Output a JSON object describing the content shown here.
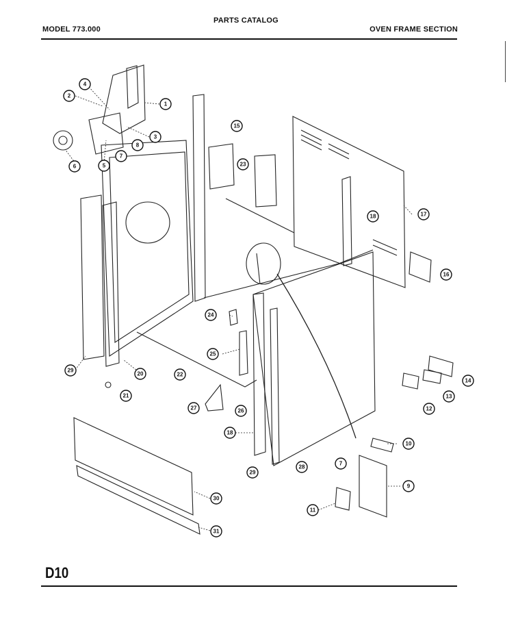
{
  "header": {
    "model": "MODEL 773.000",
    "catalog": "PARTS CATALOG",
    "section": "OVEN FRAME SECTION"
  },
  "page_code": "D10",
  "callouts": [
    {
      "id": "c1",
      "label": "1"
    },
    {
      "id": "c2",
      "label": "2"
    },
    {
      "id": "c3",
      "label": "3"
    },
    {
      "id": "c4",
      "label": "4"
    },
    {
      "id": "c5",
      "label": "5"
    },
    {
      "id": "c6",
      "label": "6"
    },
    {
      "id": "c7a",
      "label": "7"
    },
    {
      "id": "c8",
      "label": "8"
    },
    {
      "id": "c15",
      "label": "15"
    },
    {
      "id": "c23",
      "label": "23"
    },
    {
      "id": "c18a",
      "label": "18"
    },
    {
      "id": "c17",
      "label": "17"
    },
    {
      "id": "c16",
      "label": "16"
    },
    {
      "id": "c24",
      "label": "24"
    },
    {
      "id": "c25",
      "label": "25"
    },
    {
      "id": "c29a",
      "label": "29"
    },
    {
      "id": "c20",
      "label": "20"
    },
    {
      "id": "c22",
      "label": "22"
    },
    {
      "id": "c21",
      "label": "21"
    },
    {
      "id": "c27",
      "label": "27"
    },
    {
      "id": "c26",
      "label": "26"
    },
    {
      "id": "c18b",
      "label": "18"
    },
    {
      "id": "c29b",
      "label": "29"
    },
    {
      "id": "c28",
      "label": "28"
    },
    {
      "id": "c14",
      "label": "14"
    },
    {
      "id": "c13",
      "label": "13"
    },
    {
      "id": "c12",
      "label": "12"
    },
    {
      "id": "c10",
      "label": "10"
    },
    {
      "id": "c7b",
      "label": "7"
    },
    {
      "id": "c9",
      "label": "9"
    },
    {
      "id": "c11",
      "label": "11"
    },
    {
      "id": "c30",
      "label": "30"
    },
    {
      "id": "c31",
      "label": "31"
    }
  ]
}
